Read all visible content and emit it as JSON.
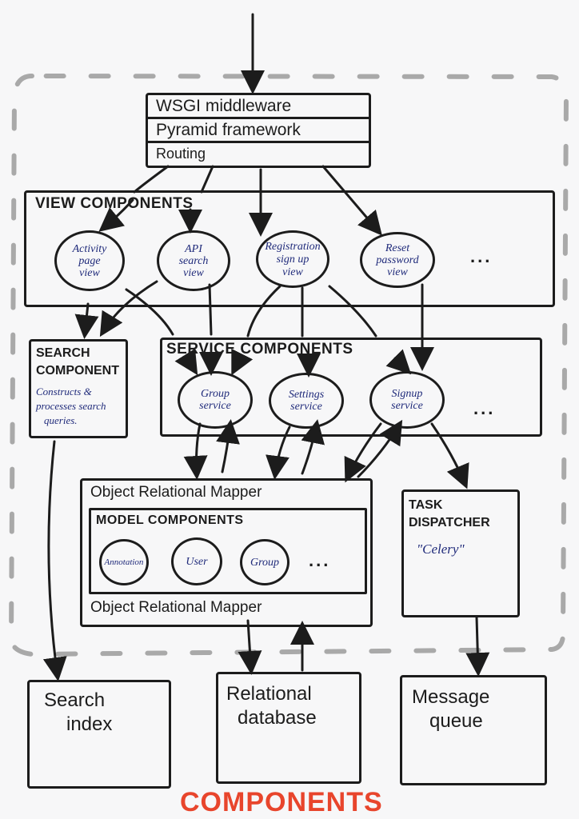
{
  "title": "COMPONENTS",
  "colors": {
    "ink": "#1c1c1c",
    "annotation": "#1f2a7a",
    "boundary": "#a9a9a9",
    "title": "#e8452c"
  },
  "entry_stack": [
    "WSGI middleware",
    "Pyramid framework",
    "Routing"
  ],
  "view_components": {
    "label": "VIEW COMPONENTS",
    "nodes": [
      {
        "line1": "Activity",
        "line2": "page",
        "line3": "view"
      },
      {
        "line1": "API",
        "line2": "search",
        "line3": "view"
      },
      {
        "line1": "Registration",
        "line2": "sign up",
        "line3": "view"
      },
      {
        "line1": "Reset",
        "line2": "password",
        "line3": "view"
      }
    ],
    "more": "..."
  },
  "search_component": {
    "label_line1": "SEARCH",
    "label_line2": "COMPONENT",
    "desc_line1": "Constructs &",
    "desc_line2": "processes search",
    "desc_line3": "queries."
  },
  "service_components": {
    "label": "SERVICE COMPONENTS",
    "nodes": [
      {
        "line1": "Group",
        "line2": "service"
      },
      {
        "line1": "Settings",
        "line2": "service"
      },
      {
        "line1": "Signup",
        "line2": "service"
      }
    ],
    "more": "..."
  },
  "orm": {
    "top_label": "Object Relational Mapper",
    "model_label": "MODEL COMPONENTS",
    "models": [
      "Annotation",
      "User",
      "Group"
    ],
    "more": "...",
    "bottom_label": "Object Relational Mapper"
  },
  "task_dispatcher": {
    "label_line1": "TASK",
    "label_line2": "DISPATCHER",
    "impl": "\"Celery\""
  },
  "externals": [
    {
      "line1": "Search",
      "line2": "index"
    },
    {
      "line1": "Relational",
      "line2": "database"
    },
    {
      "line1": "Message",
      "line2": "queue"
    }
  ]
}
